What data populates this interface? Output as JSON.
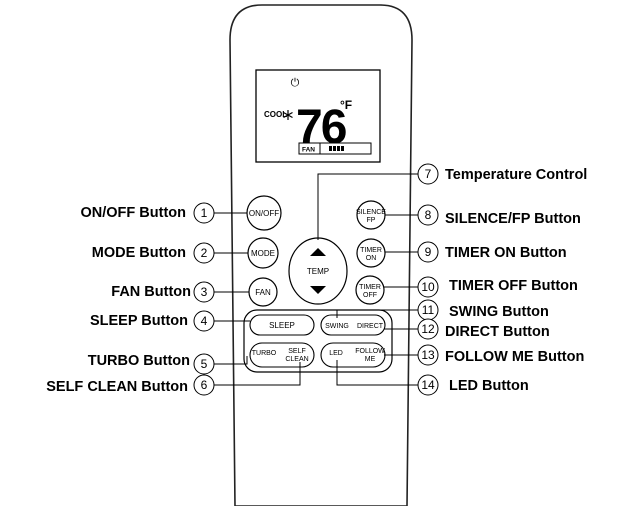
{
  "display": {
    "power_symbol": "⏻",
    "mode_text": "COOL",
    "mode_icon": "snowflake-icon",
    "temperature": "76",
    "unit": "°F",
    "fan_label": "FAN"
  },
  "buttons": {
    "on_off": "ON/OFF",
    "mode": "MODE",
    "fan": "FAN",
    "temp": "TEMP",
    "silence_line1": "SILENCE",
    "silence_line2": "FP",
    "timer_on_line1": "TIMER",
    "timer_on_line2": "ON",
    "timer_off_line1": "TIMER",
    "timer_off_line2": "OFF",
    "sleep": "SLEEP",
    "swing": "SWING",
    "direct": "DIRECT",
    "turbo": "TURBO",
    "self_clean_line1": "SELF",
    "self_clean_line2": "CLEAN",
    "led": "LED",
    "follow_me_line1": "FOLLOW",
    "follow_me_line2": "ME"
  },
  "callouts_left": [
    {
      "number": "1",
      "label": "ON/OFF Button"
    },
    {
      "number": "2",
      "label": "MODE Button"
    },
    {
      "number": "3",
      "label": "FAN Button"
    },
    {
      "number": "4",
      "label": "SLEEP Button"
    },
    {
      "number": "5",
      "label": "TURBO Button"
    },
    {
      "number": "6",
      "label": "SELF CLEAN Button"
    }
  ],
  "callouts_right": [
    {
      "number": "7",
      "label": "Temperature Control"
    },
    {
      "number": "8",
      "label": "SILENCE/FP Button"
    },
    {
      "number": "9",
      "label": "TIMER ON Button"
    },
    {
      "number": "10",
      "label": "TIMER OFF Button"
    },
    {
      "number": "11",
      "label": "SWING Button"
    },
    {
      "number": "12",
      "label": "DIRECT Button"
    },
    {
      "number": "13",
      "label": "FOLLOW ME Button"
    },
    {
      "number": "14",
      "label": "LED Button"
    }
  ]
}
